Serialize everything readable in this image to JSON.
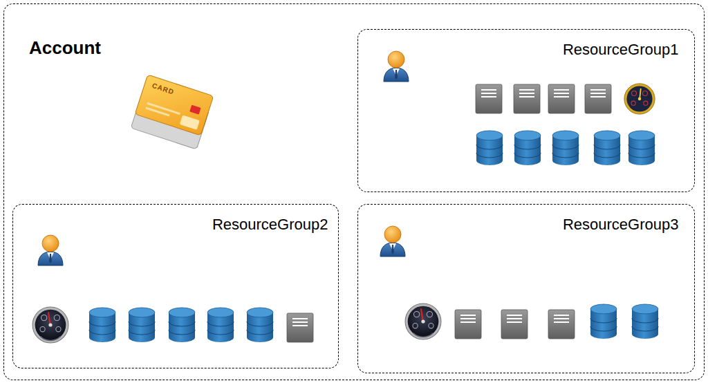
{
  "diagram": {
    "nodes": [
      {
        "text": [
          "Account"
        ]
      },
      {
        "text": [
          "ResourceGroup1"
        ],
        "in": 0
      },
      {
        "text": [
          "ResourceGroup2"
        ],
        "in": 0
      },
      {
        "text": [
          "ResourceGroup3"
        ],
        "in": 0
      }
    ],
    "labels": [
      "CARD"
    ]
  }
}
